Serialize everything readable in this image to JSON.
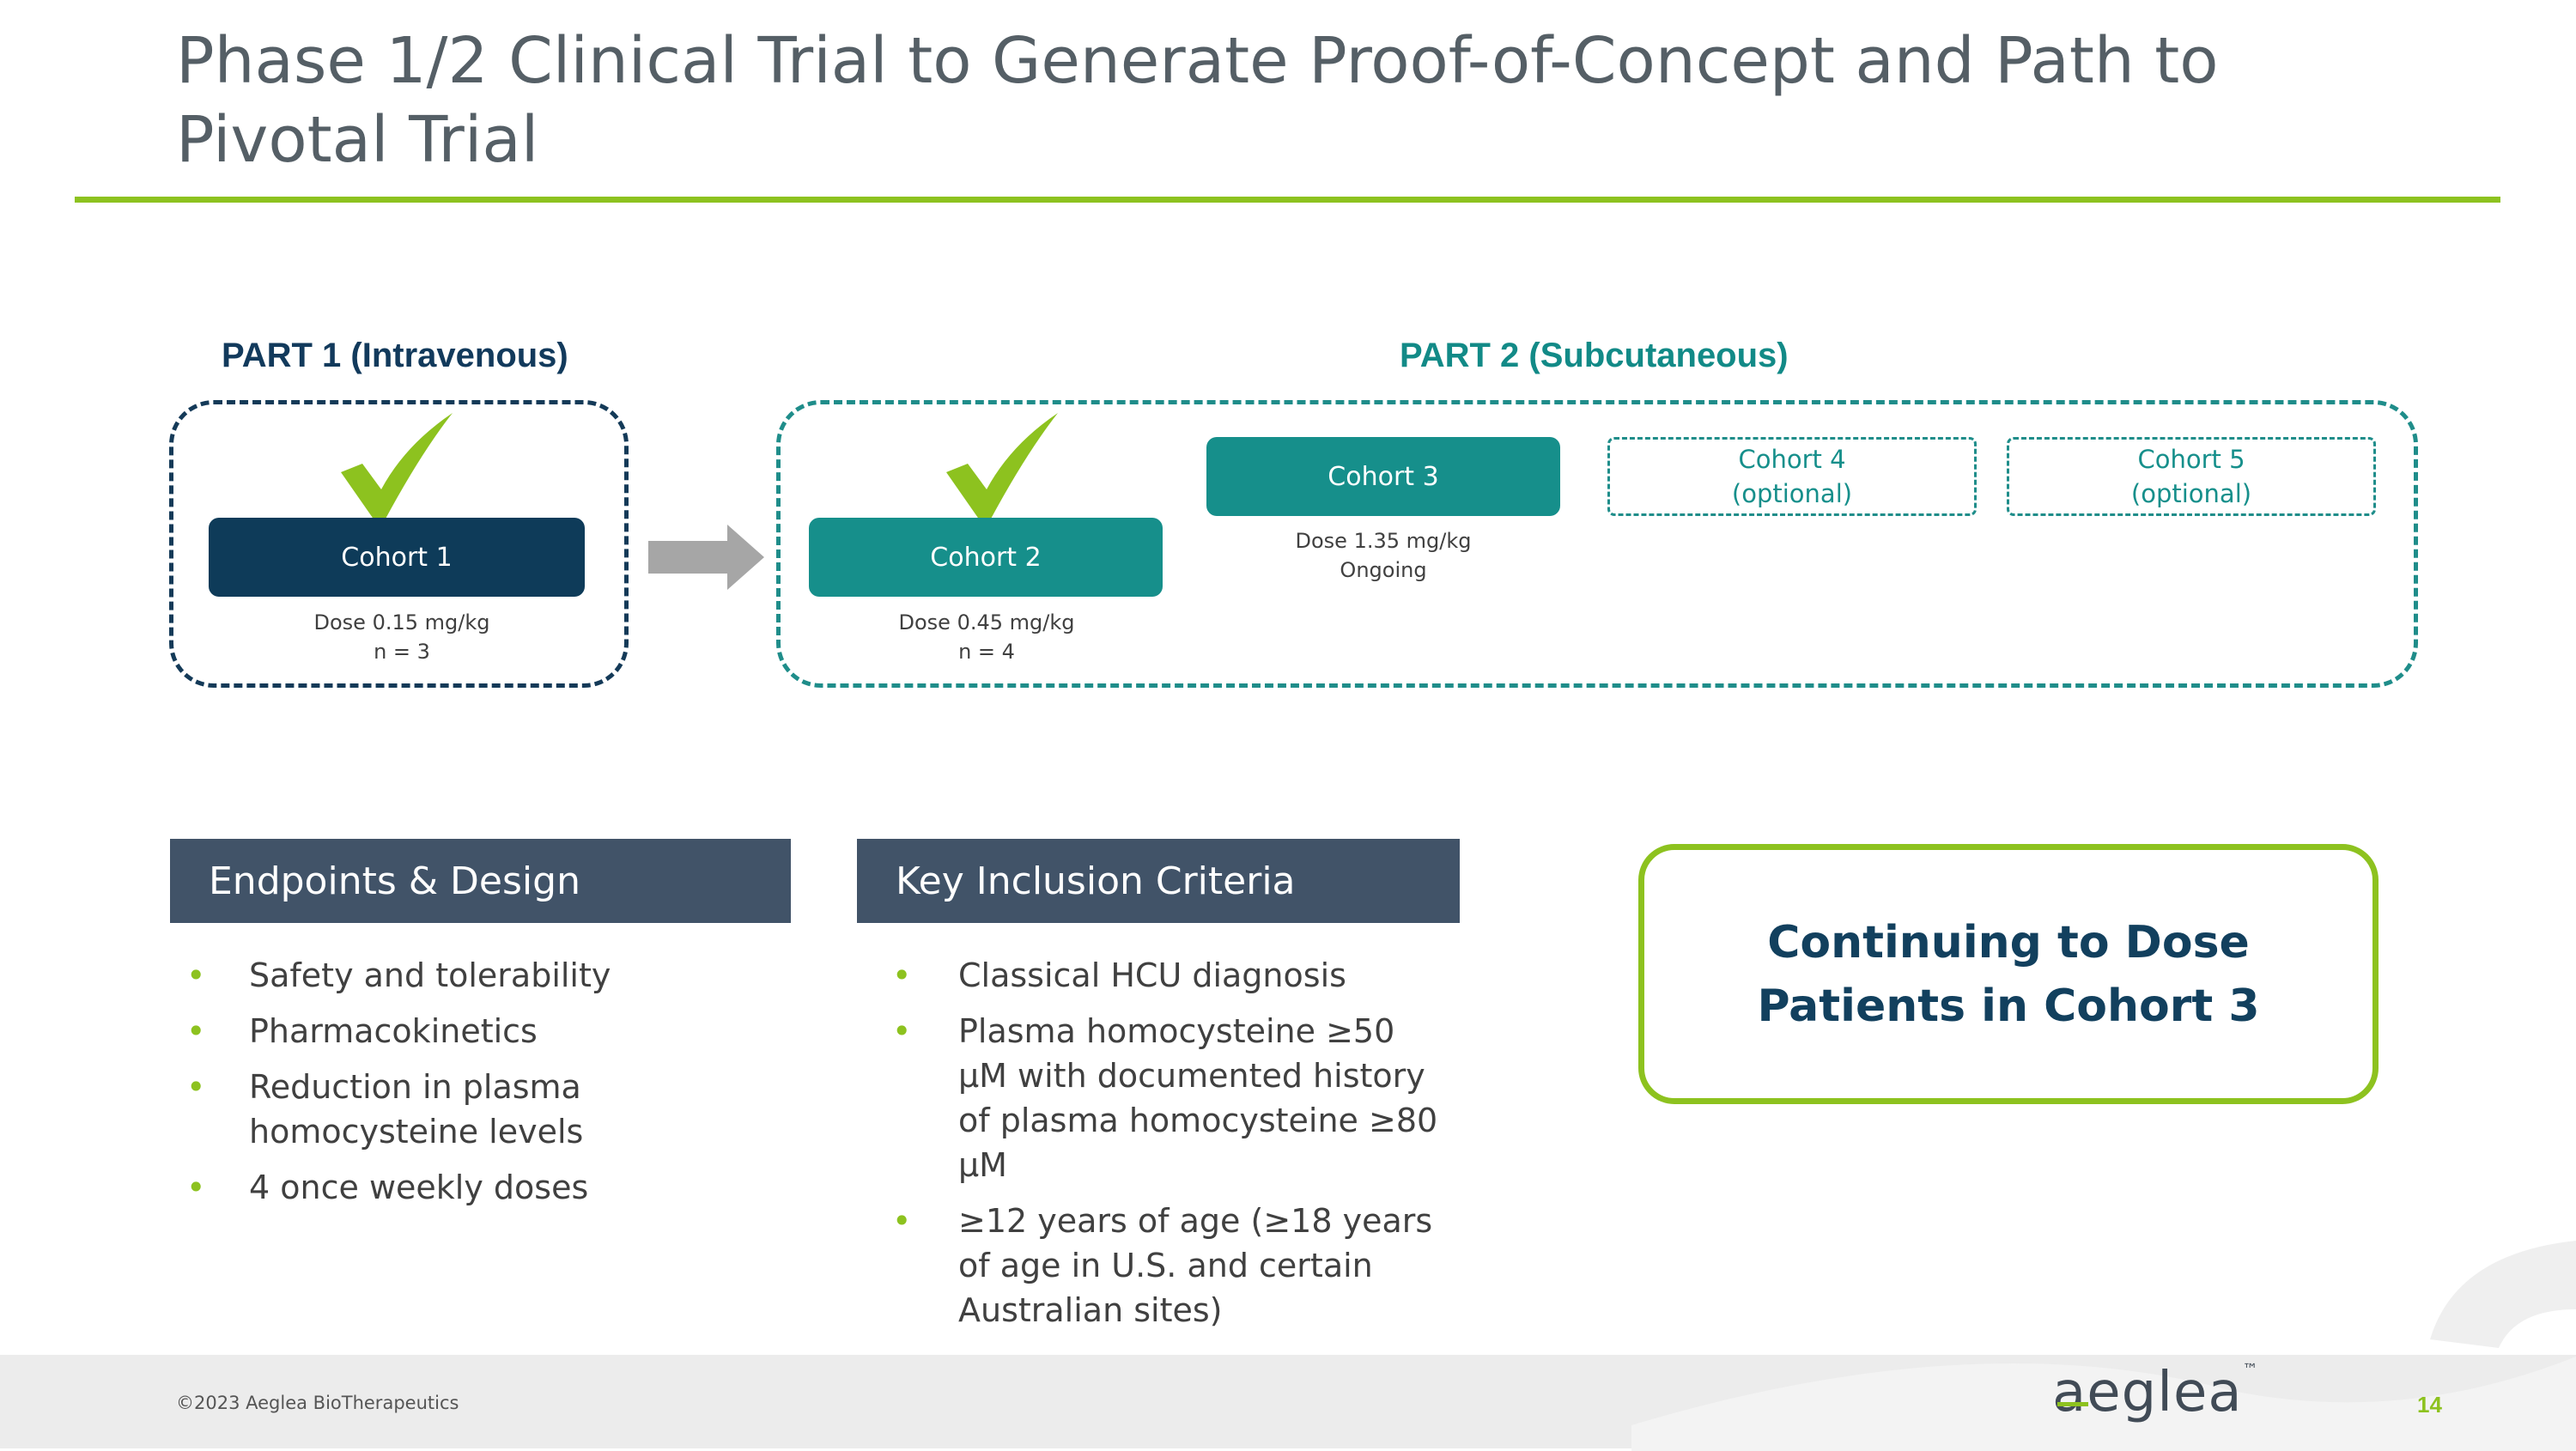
{
  "title": "Phase 1/2 Clinical Trial to Generate Proof-of-Concept and Path to Pivotal Trial",
  "parts": {
    "part1": {
      "label": "PART 1 (Intravenous)",
      "cohort1": {
        "label": "Cohort 1",
        "dose": "Dose 0.15 mg/kg",
        "n": "n = 3",
        "completed": true
      }
    },
    "part2": {
      "label": "PART 2 (Subcutaneous)",
      "cohort2": {
        "label": "Cohort 2",
        "dose": "Dose 0.45 mg/kg",
        "n": "n = 4",
        "completed": true
      },
      "cohort3": {
        "label": "Cohort 3",
        "dose": "Dose 1.35 mg/kg",
        "status": "Ongoing"
      },
      "cohort4": {
        "label": "Cohort 4",
        "note": "(optional)"
      },
      "cohort5": {
        "label": "Cohort 5",
        "note": "(optional)"
      }
    }
  },
  "endpoints": {
    "heading": "Endpoints & Design",
    "items": [
      "Safety and tolerability",
      "Pharmacokinetics",
      "Reduction in plasma homocysteine levels",
      "4 once weekly doses"
    ]
  },
  "inclusion": {
    "heading": "Key Inclusion Criteria",
    "items": [
      "Classical HCU diagnosis",
      "Plasma homocysteine ≥50 µM with documented history of plasma homocysteine ≥80 µM",
      "≥12 years of age (≥18 years of age in U.S. and certain Australian sites)"
    ]
  },
  "callout": "Continuing to Dose Patients in Cohort 3",
  "footer": {
    "copyright": "©2023 Aeglea BioTherapeutics",
    "logo_text": "aeglea",
    "logo_mark": "™",
    "page_number": "14"
  },
  "icons": {
    "check": "checkmark-icon",
    "arrow": "right-arrow-icon",
    "bullet": "•"
  },
  "colors": {
    "accent_green": "#8dc21f",
    "navy": "#0e3b59",
    "teal": "#168f8b",
    "header_slate": "#415368"
  }
}
